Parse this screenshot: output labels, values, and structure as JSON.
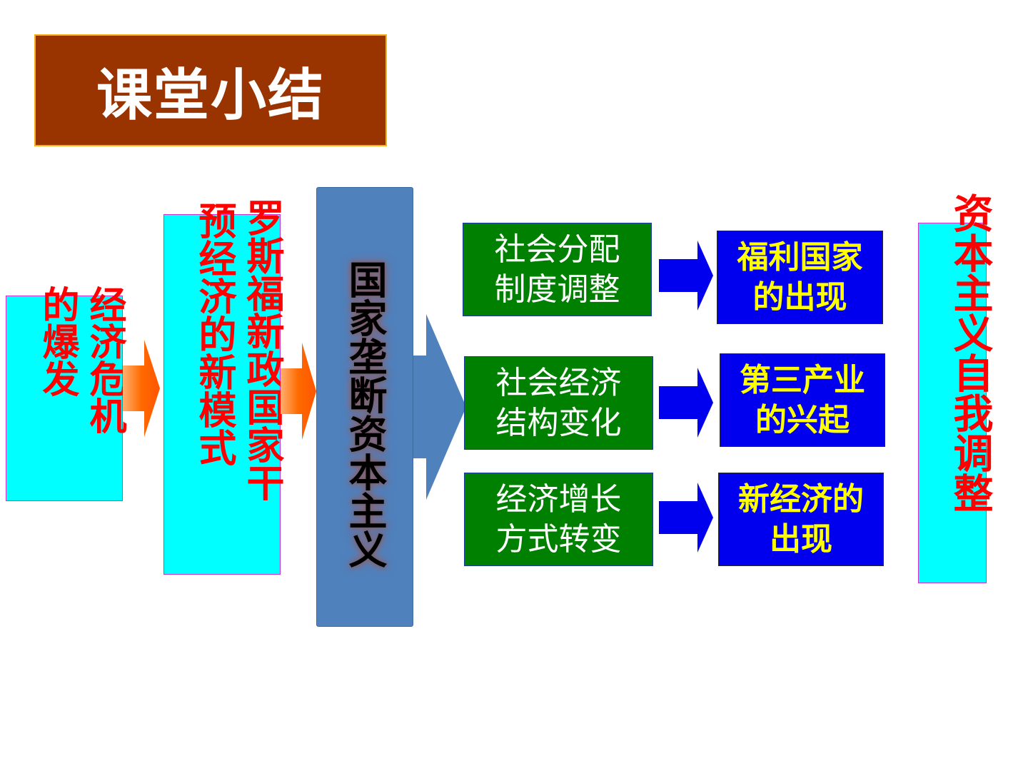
{
  "title": "课堂小结",
  "nodes": {
    "crisis_col1": "经济危机",
    "crisis_col2": "的爆发",
    "newdeal_col1": "罗斯福新政国家干",
    "newdeal_col2": "预经济的新模式",
    "central": "国家垄断资本主义",
    "green": [
      {
        "line1": "社会分配",
        "line2": "制度调整"
      },
      {
        "line1": "社会经济",
        "line2": "结构变化"
      },
      {
        "line1": "经济增长",
        "line2": "方式转变"
      }
    ],
    "blue": [
      {
        "line1": "福利国家",
        "line2": "的出现"
      },
      {
        "line1": "第三产业",
        "line2": "的兴起"
      },
      {
        "line1": "新经济的",
        "line2": "出现"
      }
    ],
    "result": "资本主义自我调整"
  },
  "colors": {
    "title_bg": "#993300",
    "cyan": "#00ffff",
    "red_text": "#ff0000",
    "central_bar": "#4f81bd",
    "green": "#008000",
    "dark_blue": "#0000ee",
    "yellow_text": "#ffff00",
    "orange_arrow": "#ff6600"
  }
}
